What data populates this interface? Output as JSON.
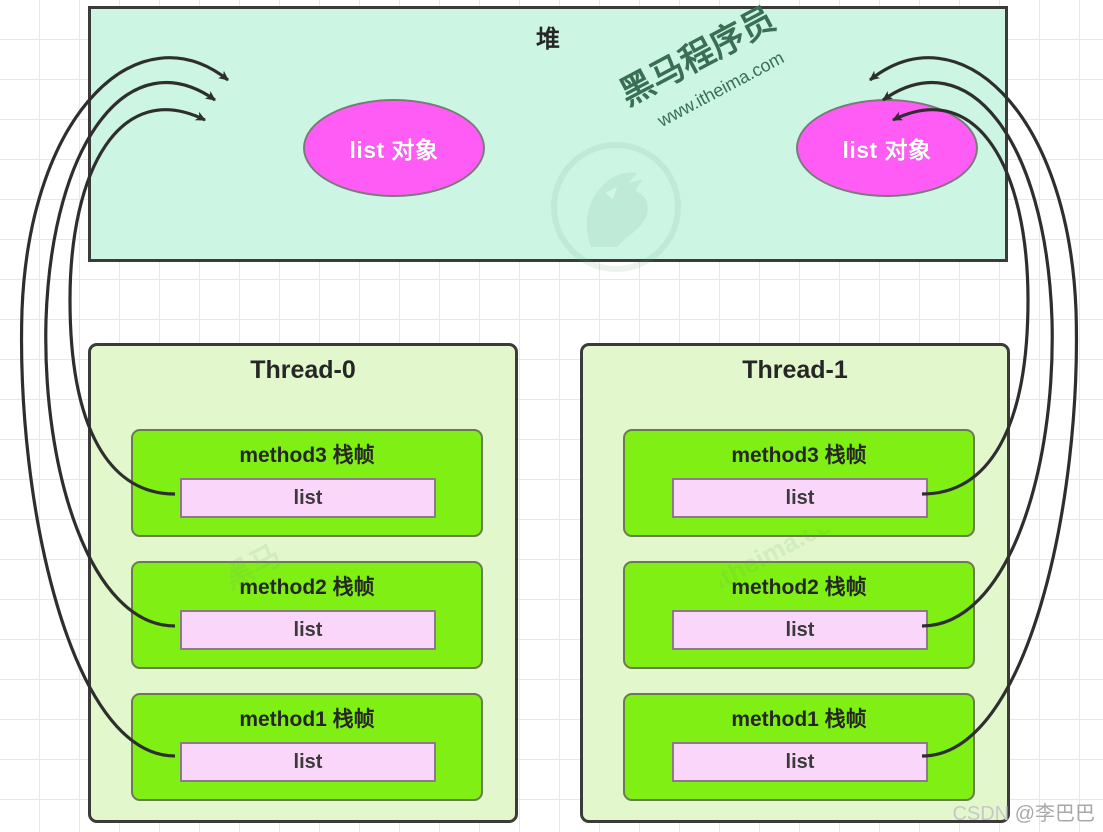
{
  "heap": {
    "title": "堆",
    "objects": [
      {
        "label": "list 对象",
        "name": "heap-object-left"
      },
      {
        "label": "list 对象",
        "name": "heap-object-right"
      }
    ],
    "fill_color": "#ccf5e4",
    "object_color": "#ff5cf5"
  },
  "threads": [
    {
      "title": "Thread-0",
      "frames": [
        {
          "title": "method3 栈帧",
          "variable": "list"
        },
        {
          "title": "method2 栈帧",
          "variable": "list"
        },
        {
          "title": "method1 栈帧",
          "variable": "list"
        }
      ]
    },
    {
      "title": "Thread-1",
      "frames": [
        {
          "title": "method3 栈帧",
          "variable": "list"
        },
        {
          "title": "method2 栈帧",
          "variable": "list"
        },
        {
          "title": "method1 栈帧",
          "variable": "list"
        }
      ]
    }
  ],
  "colors": {
    "frame_fill": "#80ef14",
    "thread_fill": "#e2f7cc",
    "variable_fill": "#fbd6fb",
    "stroke": "#3b3b3b"
  },
  "watermarks": {
    "brand": "黑马程序员",
    "url": "www.itheima.com",
    "csdn_prefix": "CSDN",
    "csdn_author": "@李巴巴"
  }
}
